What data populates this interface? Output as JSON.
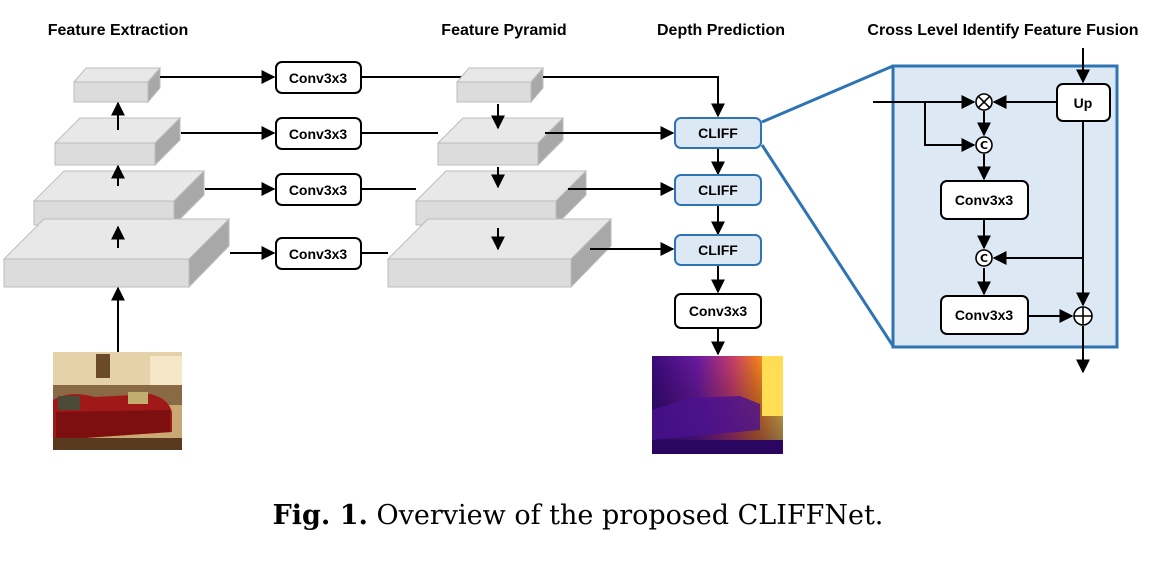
{
  "headers": {
    "feature_extraction": "Feature Extraction",
    "feature_pyramid": "Feature Pyramid",
    "depth_prediction": "Depth Prediction",
    "cliff_module": "Cross Level Identify Feature Fusion"
  },
  "blocks": {
    "conv": "Conv3x3",
    "cliff": "CLIFF",
    "up": "Up"
  },
  "operators": {
    "multiply": "⊗",
    "concat": "C",
    "add": "⊕"
  },
  "caption": {
    "label": "Fig. 1.",
    "text": "Overview of the proposed CLIFFNet."
  },
  "colors": {
    "cliff_fill": "#dde8f5",
    "cliff_border": "#2e74b5",
    "slab_light": "#dcdcdc",
    "slab_dark": "#a8a8a8"
  }
}
